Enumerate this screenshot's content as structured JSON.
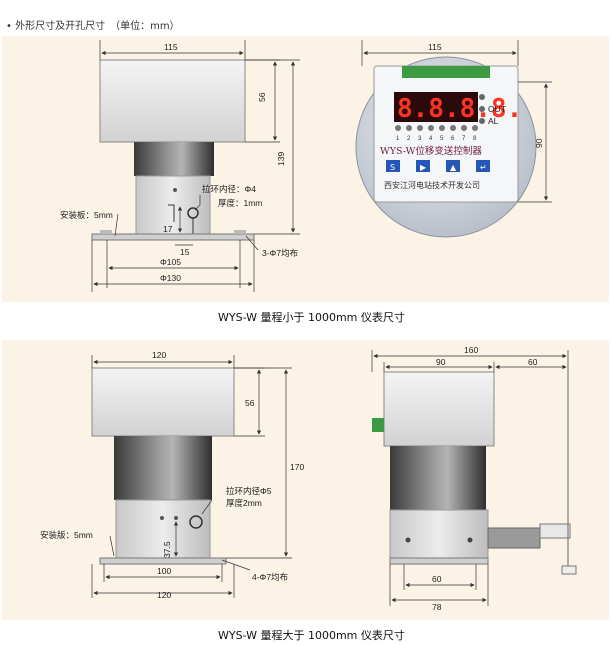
{
  "header": "• 外形尺寸及开孔尺寸　（单位：mm）",
  "diagram1": {
    "caption": "WYS-W 量程小于 1000mm 仪表尺寸",
    "dims": {
      "width_top": "115",
      "h56": "56",
      "h139": "139",
      "h17": "17",
      "d15": "15",
      "phi105": "Φ105",
      "phi130": "Φ130",
      "holes": "3-Φ7均布",
      "ring": "拉环内径：Φ4",
      "thick": "厚度：1mm",
      "plate": "安装板：5mm",
      "ctrl_width": "115",
      "ctrl_h90": "90"
    },
    "controller": {
      "display": "8.8.8.8.",
      "title": "WYS-W位移变送控制器",
      "company": "西安江河电站技术开发公司",
      "leds": [
        "1",
        "2",
        "3",
        "4",
        "5",
        "6",
        "7",
        "8"
      ],
      "ind1": "",
      "ind2": "OUT",
      "ind3": "AL"
    }
  },
  "diagram2": {
    "caption": "WYS-W 量程大于 1000mm 仪表尺寸",
    "dims": {
      "w120_top": "120",
      "h56": "56",
      "h170": "170",
      "h37": "37.5",
      "w100": "100",
      "w120_bot": "120",
      "holes": "4-Φ7均布",
      "ring": "拉环内径Φ5",
      "thick": "厚度2mm",
      "plate": "安装版：5mm",
      "side160": "160",
      "side90": "90",
      "side60": "60",
      "side60b": "60",
      "side78": "78"
    }
  }
}
